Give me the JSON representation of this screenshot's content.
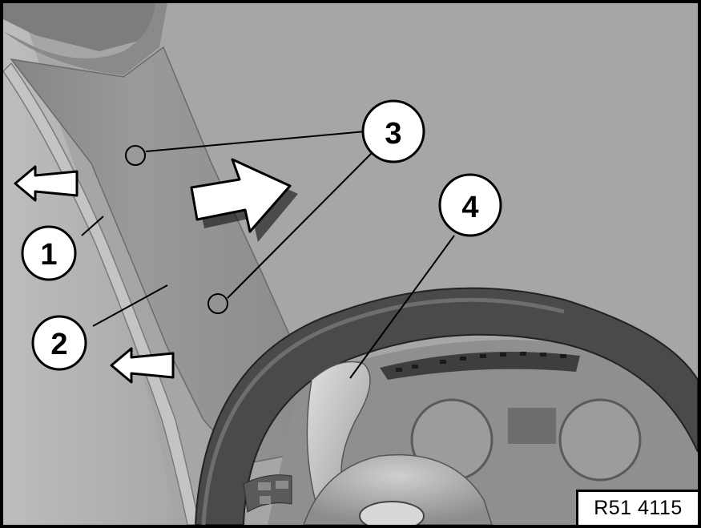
{
  "colors": {
    "background": "#a6a6a6",
    "pillar_trim": "#939393",
    "steering_wheel": "#4a4a4a",
    "callout_fill": "#ffffff",
    "outline": "#000000"
  },
  "icons": {
    "arrow_small_1": "arrow-left-icon",
    "arrow_small_2": "arrow-left-icon",
    "arrow_large": "arrow-right-icon"
  },
  "callouts": [
    {
      "id": "callout-1",
      "label": "1"
    },
    {
      "id": "callout-2",
      "label": "2"
    },
    {
      "id": "callout-3",
      "label": "3"
    },
    {
      "id": "callout-4",
      "label": "4"
    }
  ],
  "figure": {
    "code": "R51 4115"
  }
}
